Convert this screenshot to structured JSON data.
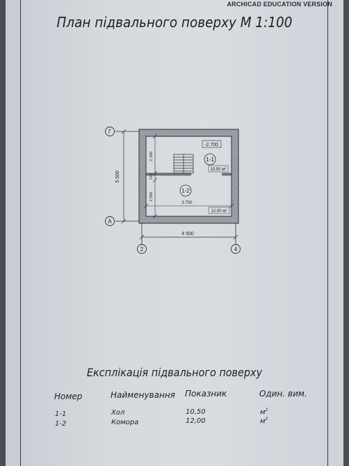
{
  "watermark": "ARCHICAD EDUCATION VERSION",
  "title": "План підвального поверху М 1:100",
  "plan": {
    "axes": {
      "G": "Г",
      "A": "А",
      "n2": "2",
      "n4": "4"
    },
    "dims": {
      "overall_height": "5 500",
      "overall_width": "4 500",
      "upper_room": "2 100",
      "partition": "120",
      "lower_room": "2 500",
      "inner_width": "3 700"
    },
    "level_mark": "-2.700",
    "rooms": [
      {
        "id": "1-1",
        "area": "10,50 м²"
      },
      {
        "id": "1-2",
        "area": "12,00 м²"
      }
    ]
  },
  "explication": {
    "title": "Експлікація підвального поверху",
    "headers": {
      "number": "Номер",
      "name": "Найменування",
      "value": "Показник",
      "unit": "Один. вим."
    },
    "rows": [
      {
        "number": "1-1",
        "name": "Хол",
        "value": "10,50",
        "unit": "м"
      },
      {
        "number": "1-2",
        "name": "Комора",
        "value": "12,00",
        "unit": "м"
      }
    ],
    "unit_sup": "2"
  }
}
